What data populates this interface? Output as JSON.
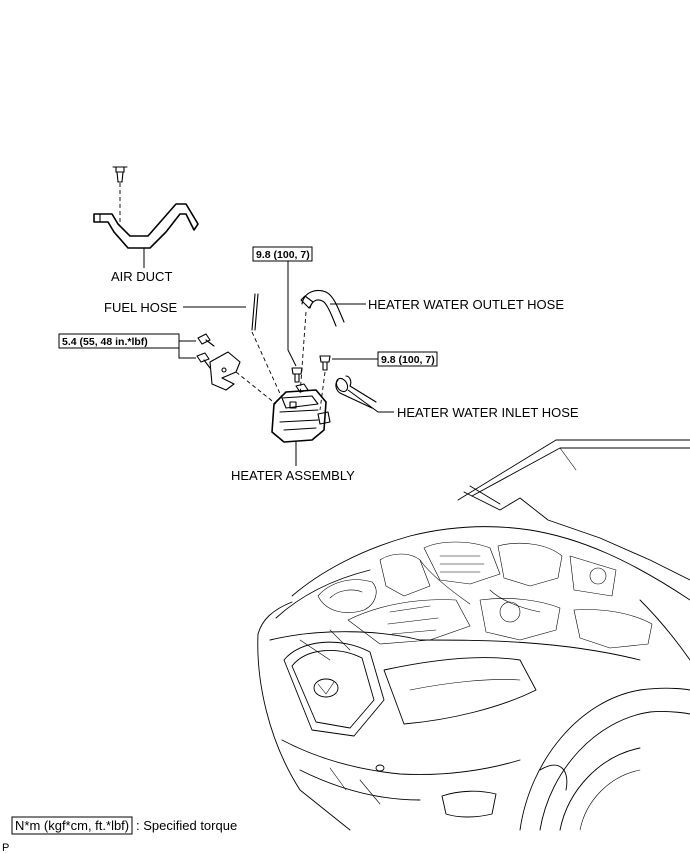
{
  "labels": {
    "air_duct": "AIR DUCT",
    "fuel_hose": "FUEL HOSE",
    "heater_water_outlet_hose": "HEATER WATER OUTLET HOSE",
    "heater_water_inlet_hose": "HEATER WATER INLET HOSE",
    "heater_assembly": "HEATER ASSEMBLY"
  },
  "torques": {
    "bracket_bolt": "5.4 (55, 48 in.*lbf)",
    "upper_bolt": "9.8 (100, 7)",
    "right_bolt": "9.8 (100, 7)"
  },
  "legend": {
    "unit_box": "N*m (kgf*cm, ft.*lbf)",
    "description": ": Specified torque"
  },
  "corner_mark": "P"
}
